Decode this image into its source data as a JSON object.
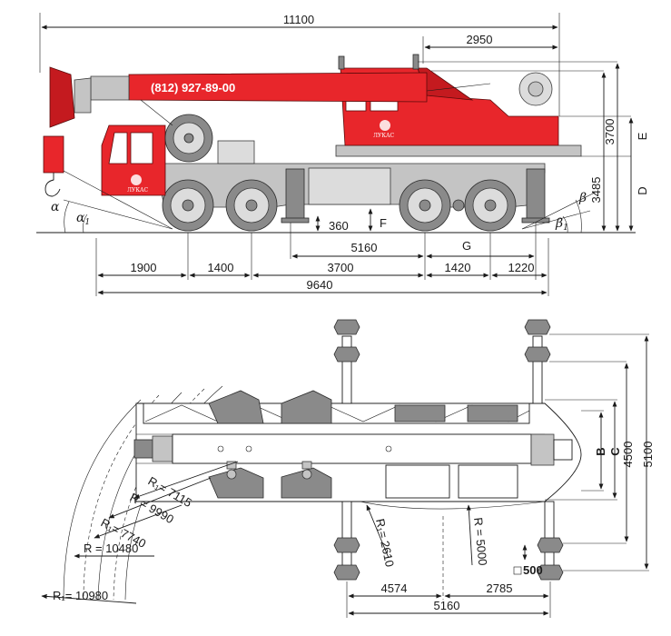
{
  "side_view": {
    "phone": "(812) 927-89-00",
    "logo_cab": "ЛУКАС",
    "logo_body": "ЛУКАС",
    "dims": {
      "overall_length": "11100",
      "boom_rear_overhang": "2950",
      "height_total": "3700",
      "height_cab": "3485",
      "E": "E",
      "D": "D",
      "ground_clearance": "360",
      "F": "F",
      "outrigger_span": "5160",
      "G": "G",
      "front_overhang": "1900",
      "axle_1_2": "1400",
      "axle_2_3": "3700",
      "axle_3_4": "1420",
      "rear_overhang": "1220",
      "wheelbase_total": "9640"
    },
    "angles": {
      "alpha": "α",
      "alpha1": "α",
      "alpha1_sub": "1",
      "beta": "β",
      "beta1": "β",
      "beta1_sub": "1"
    }
  },
  "plan_view": {
    "dims": {
      "B": "B",
      "C": "C",
      "width_4500": "4500",
      "width_5100": "5100",
      "pad_size": "500",
      "outrigger_front": "4574",
      "outrigger_rear": "2785",
      "outrigger_total": "5160"
    },
    "radii": {
      "r1_7115": "R₁= 7115",
      "r_9990": "R = 9990",
      "r1_7740": "R₁= 7740",
      "r_10480": "R = 10480",
      "r1_10980": "R₁= 10980",
      "r1_2610": "R₁= 2610",
      "r_5000": "R = 5000"
    }
  },
  "colors": {
    "body_red": "#e8262b",
    "chassis_grey": "#c4c4c4",
    "outline": "#1a1a1a"
  }
}
